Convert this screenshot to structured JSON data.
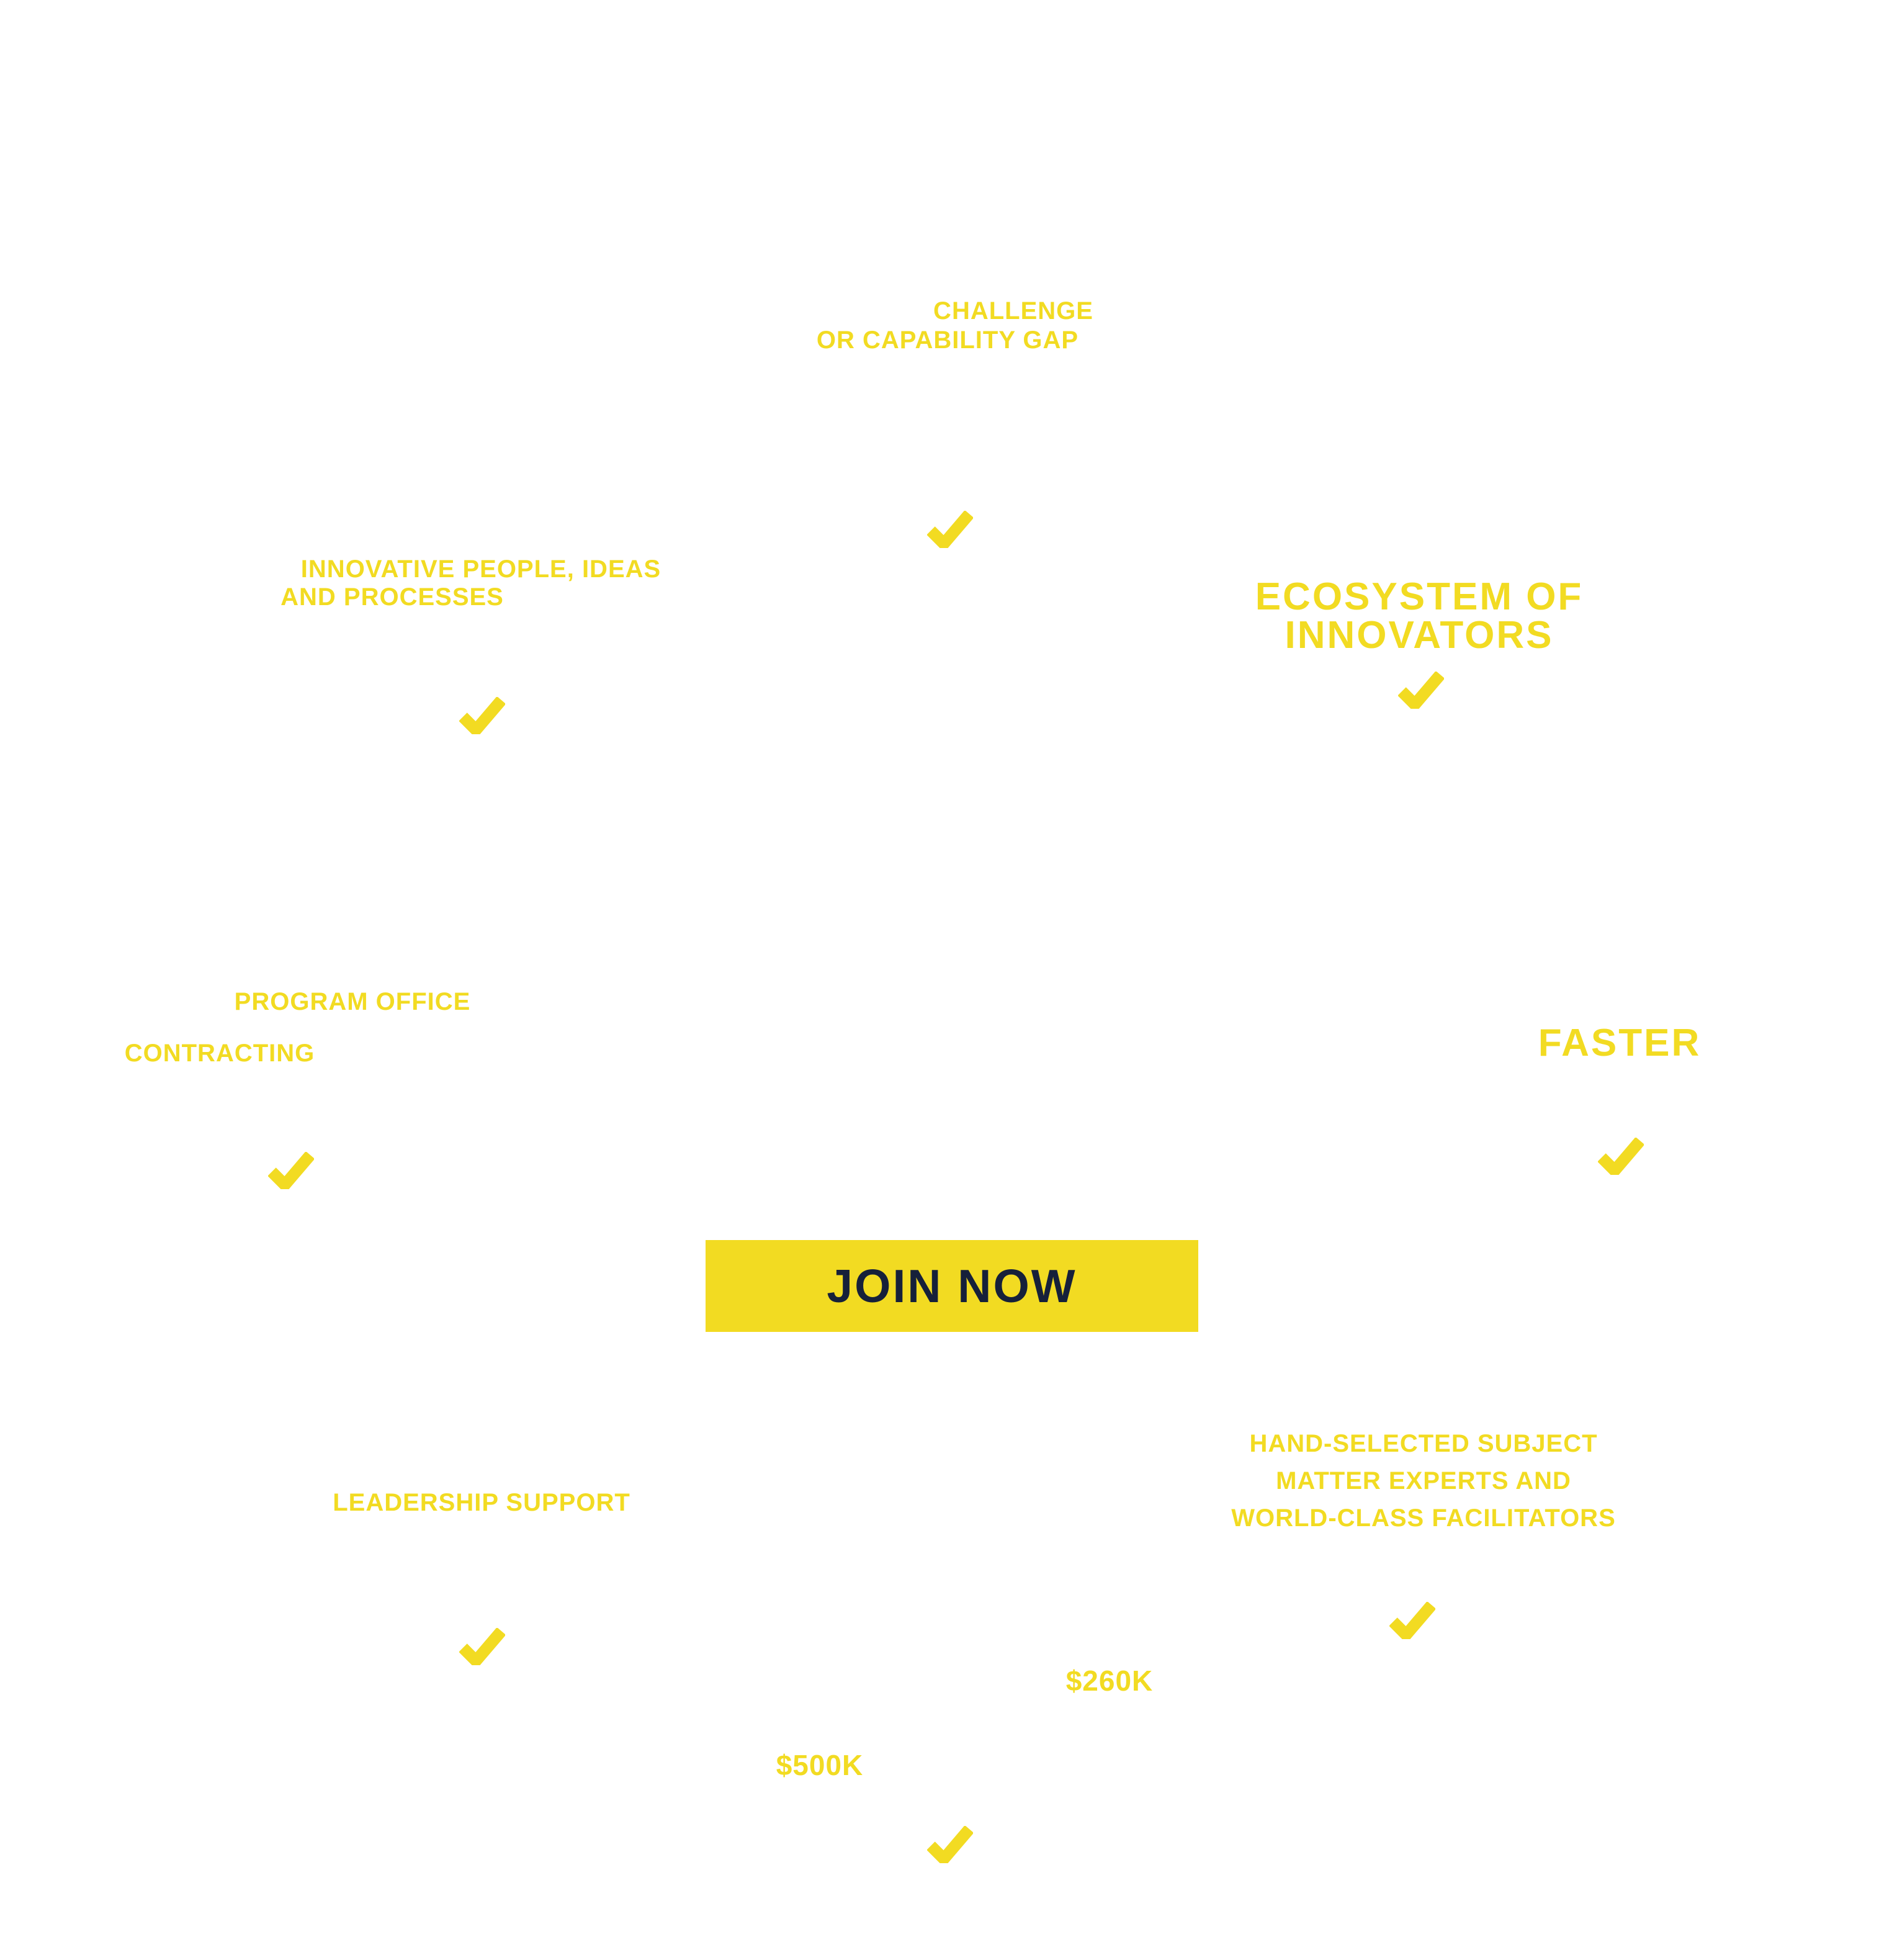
{
  "colors": {
    "accent_yellow": "#f2db22",
    "navy": "#16203a",
    "background": "#ffffff"
  },
  "icons": {
    "checkmark": "✓"
  },
  "labels": {
    "challenge": {
      "lines": [
        "CHALLENGE",
        "OR CAPABILITY GAP"
      ]
    },
    "innovative": {
      "lines": [
        "INNOVATIVE PEOPLE, IDEAS",
        "AND PROCESSES"
      ]
    },
    "ecosystem": {
      "lines": [
        "ECOSYSTEM OF",
        "INNOVATORS"
      ]
    },
    "program_office": {
      "label": "PROGRAM OFFICE"
    },
    "contracting": {
      "label": "CONTRACTING"
    },
    "faster": {
      "label": "FASTER"
    },
    "leadership": {
      "label": "LEADERSHIP SUPPORT"
    },
    "experts": {
      "lines": [
        "HAND-SELECTED SUBJECT",
        "MATTER EXPERTS AND",
        "WORLD-CLASS FACILITATORS"
      ]
    },
    "amount_260k": {
      "label": "$260K"
    },
    "amount_500k": {
      "label": "$500K"
    }
  },
  "cta": {
    "label": "JOIN NOW"
  }
}
